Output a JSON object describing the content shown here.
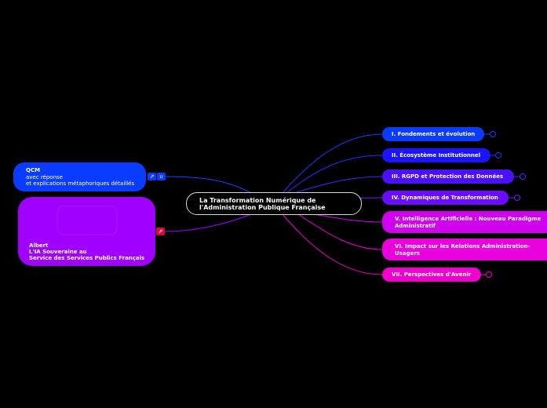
{
  "root": {
    "line1": "La Transformation Numérique de",
    "line2": "l'Administration Publique Française"
  },
  "branches": [
    {
      "label": "I. Fondements et évolution",
      "color": "#0a3cff"
    },
    {
      "label": "II. Écosystème Institutionnel",
      "color": "#1a14ff"
    },
    {
      "label": "III. RGPD et Protection des Données",
      "color": "#4a10ff"
    },
    {
      "label": "IV. Dynamiques de Transformation",
      "color": "#6a0cff"
    },
    {
      "label_line1": "V. Intelligence Artificielle : Nouveau Paradigme",
      "label_line2": "Administratif",
      "color": "#d000ee"
    },
    {
      "label_line1": "VI. Impact sur les Relations Administration-",
      "label_line2": "Usagers",
      "color": "#e800dd"
    },
    {
      "label": "VII. Perspectives d'Avenir",
      "color": "#f000cc"
    }
  ],
  "qcm": {
    "title": "QCM",
    "line2": "avec réponse",
    "line3": "et explications métaphoriques détaillés",
    "color": "#0a3cff"
  },
  "albert": {
    "line1": "Albert",
    "line2": "L'IA Souveraine au",
    "line3": "Service des Services Publics Français",
    "color": "#a000ff"
  },
  "icons": {
    "qcm_badges": [
      "link-icon",
      "attachment-icon"
    ],
    "albert_badge": "link-icon"
  }
}
